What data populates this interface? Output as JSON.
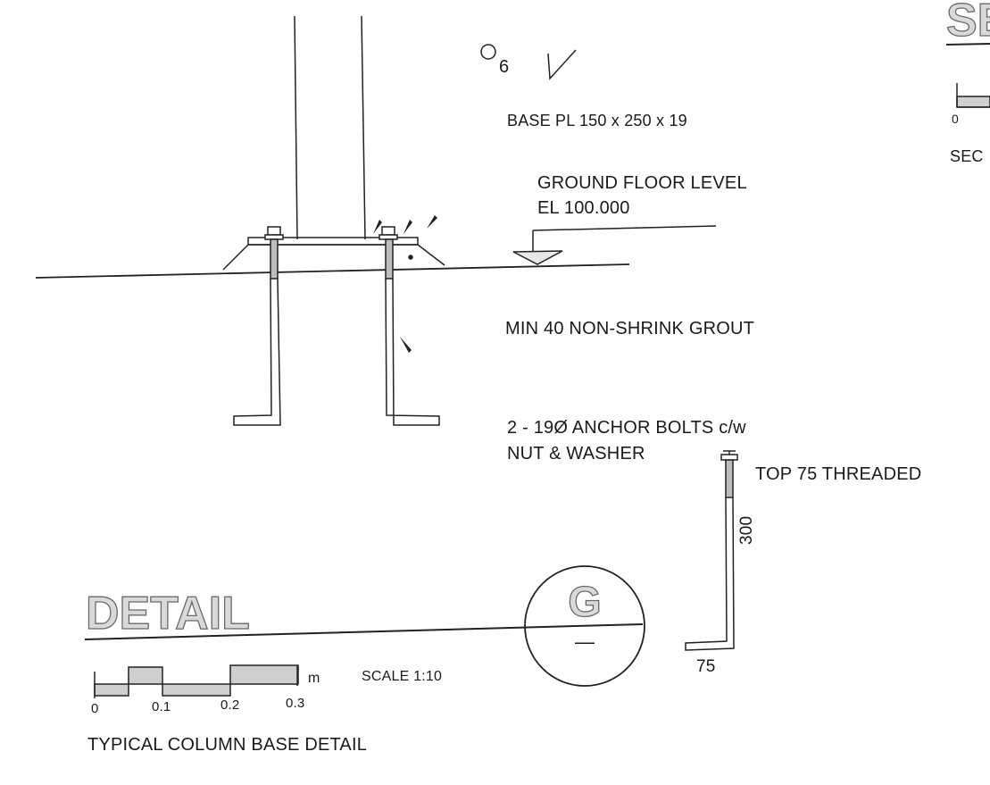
{
  "weld_symbol": {
    "size": "6"
  },
  "notes": {
    "base_plate": "BASE PL 150 x 250 x 19",
    "ground_floor_line1": "GROUND FLOOR LEVEL",
    "ground_floor_line2": "EL 100.000",
    "grout": "MIN 40 NON-SHRINK GROUT",
    "anchor_line1": "2 - 19Ø ANCHOR BOLTS c/w",
    "anchor_line2": "NUT & WASHER",
    "threaded": "TOP 75 THREADED",
    "bolt_length": "300",
    "hook_length": "75"
  },
  "detail_title": {
    "word": "DETAIL",
    "marker_letter": "G",
    "marker_sheet": "—"
  },
  "scale_bar": {
    "ticks": [
      "0",
      "0.1",
      "0.2",
      "0.3"
    ],
    "unit": "m",
    "scale_text": "SCALE 1:10"
  },
  "caption": "TYPICAL COLUMN BASE DETAIL",
  "right_partial": {
    "title_fragment": "SE",
    "tick_zero": "0",
    "caption_fragment": "SEC"
  }
}
